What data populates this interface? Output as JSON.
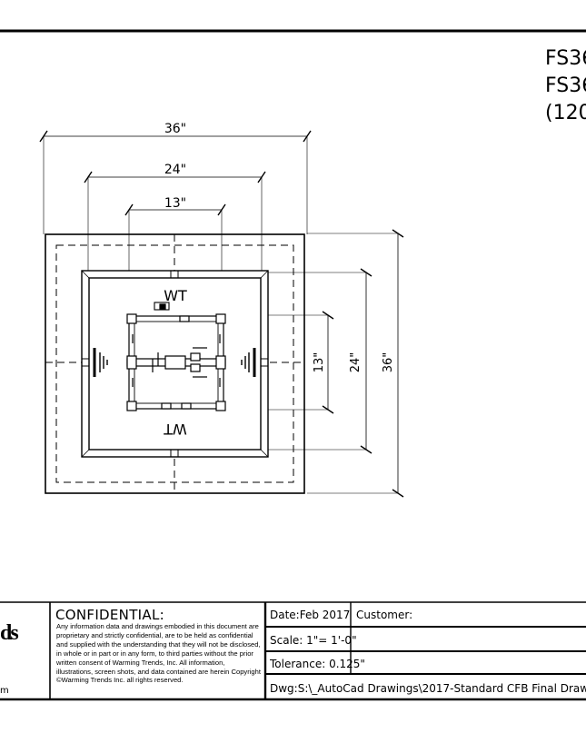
{
  "title_lines": [
    "FS36",
    "FS36",
    "(120"
  ],
  "dimensions": {
    "width_outer": "36\"",
    "width_middle": "24\"",
    "width_inner": "13\"",
    "height_inner": "13\"",
    "height_middle": "24\"",
    "height_outer": "36\""
  },
  "drawing_labels": {
    "wt_top": "WT",
    "wt_bottom": "WT"
  },
  "title_block": {
    "confidential_heading": "CONFIDENTIAL:",
    "confidential_body": "Any information data and drawings embodied in this document are proprietary and strictly confidential, are to be held as confidential and supplied with the understanding that they will not be disclosed, in whole or in part or in any form, to third parties without the prior written consent of Warming Trends, Inc. All information, illustrations, screen shots, and data contained are herein Copyright ©Warming Trends Inc. all rights reserved.",
    "logo_fragment": "ds",
    "logo_tail": "m",
    "date": "Date:Feb 2017",
    "customer": "Customer:",
    "scale": "Scale: 1\"= 1'-0\"",
    "tolerance": "Tolerance: 0.125\"",
    "dwg": "Dwg:S:\\_AutoCad Drawings\\2017-Standard CFB Final Draw"
  }
}
